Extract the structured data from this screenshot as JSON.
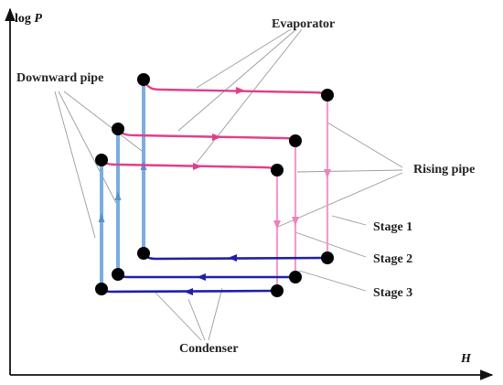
{
  "axes": {
    "y_label_prefix": "log ",
    "y_label_var": "P",
    "x_label": "H"
  },
  "labels": {
    "evaporator": "Evaporator",
    "downward_pipe": "Downward pipe",
    "rising_pipe": "Rising pipe",
    "stage1": "Stage 1",
    "stage2": "Stage 2",
    "stage3": "Stage 3",
    "condenser": "Condenser"
  },
  "colors": {
    "evaporator_line": "#e0408a",
    "rising_pipe_line": "#f39ad0",
    "condenser_line": "#2020a8",
    "downward_pipe_line": "#7aaee0",
    "node": "#000000",
    "leader": "#9a9a9a"
  }
}
